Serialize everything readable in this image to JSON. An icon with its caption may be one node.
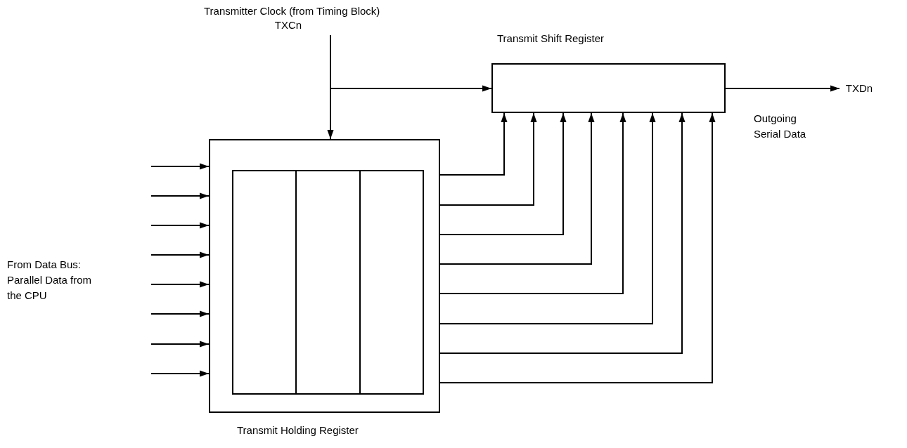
{
  "diagram": {
    "nodes": [
      {
        "text": [
          "Transmitter Clock (from Timing Block)",
          "TXCn"
        ]
      },
      {
        "text": [
          "Transmit Shift Register"
        ]
      },
      {
        "text": [
          "Transmit Holding Register"
        ]
      },
      {
        "text": [],
        "shape": "box",
        "in": 2
      },
      {
        "text": [],
        "shape": "box",
        "in": 2
      },
      {
        "text": [],
        "shape": "box",
        "in": 2
      },
      {
        "text": [
          "TXDn"
        ]
      }
    ],
    "edges": [
      {
        "from": 0,
        "to": 1,
        "arrow": "to"
      },
      {
        "from": 0,
        "to": 2,
        "arrow": "to"
      },
      {
        "from": null,
        "to": 2,
        "arrow": "to"
      },
      {
        "from": null,
        "to": 2,
        "arrow": "to"
      },
      {
        "from": null,
        "to": 2,
        "arrow": "to"
      },
      {
        "from": null,
        "to": 2,
        "arrow": "to"
      },
      {
        "from": null,
        "to": 2,
        "arrow": "to"
      },
      {
        "from": null,
        "to": 2,
        "arrow": "to"
      },
      {
        "from": null,
        "to": 2,
        "arrow": "to"
      },
      {
        "from": null,
        "to": 2,
        "arrow": "to"
      },
      {
        "from": 2,
        "to": 1,
        "arrow": "to"
      },
      {
        "from": 2,
        "to": 1,
        "arrow": "to"
      },
      {
        "from": 2,
        "to": 1,
        "arrow": "to"
      },
      {
        "from": 2,
        "to": 1,
        "arrow": "to"
      },
      {
        "from": 2,
        "to": 1,
        "arrow": "to"
      },
      {
        "from": 2,
        "to": 1,
        "arrow": "to"
      },
      {
        "from": 2,
        "to": 1,
        "arrow": "to"
      },
      {
        "from": 2,
        "to": 1,
        "arrow": "to"
      },
      {
        "from": 1,
        "to": 6,
        "arrow": "to"
      }
    ],
    "labels": [
      "Outgoing Serial Data",
      "From Data Bus: Parallel Data from the CPU"
    ]
  }
}
